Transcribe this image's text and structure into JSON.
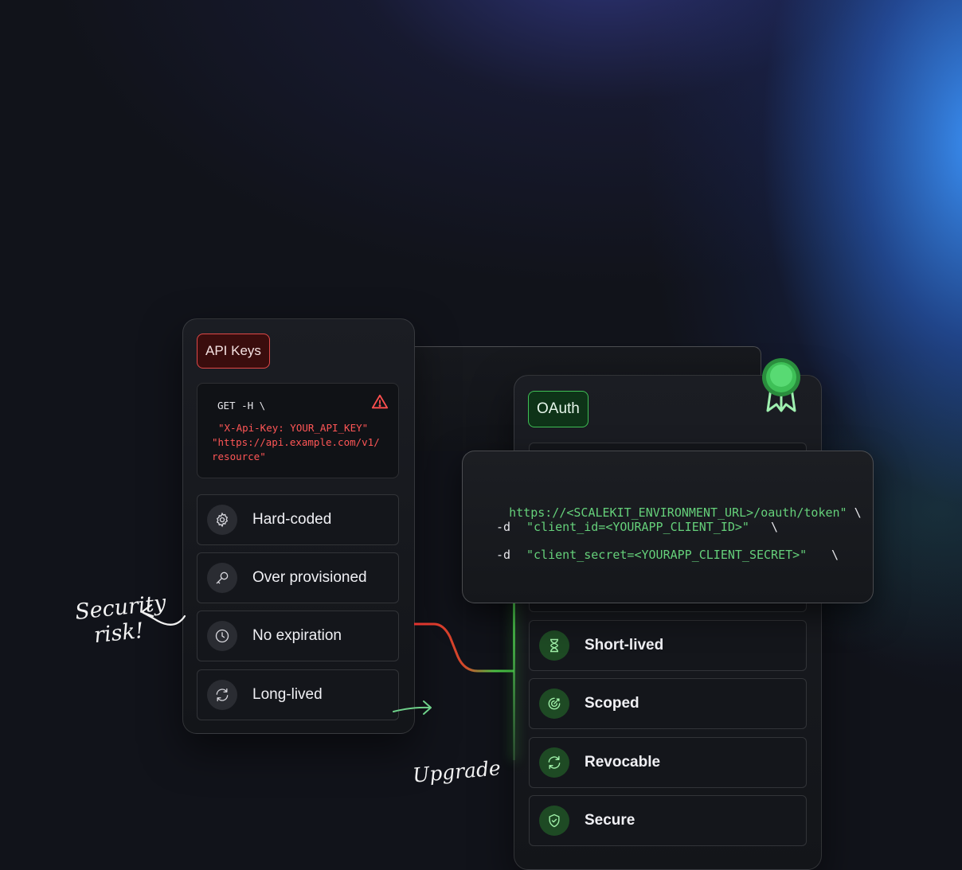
{
  "api_card": {
    "badge": "API Keys",
    "code": {
      "line1": "GET -H \\",
      "line2": "\"X-Api-Key: YOUR_API_KEY\"",
      "line3": "\"https://api.example.com/v1/",
      "line4": "resource\""
    },
    "items": [
      {
        "label": "Hard-coded",
        "icon": "gear-icon"
      },
      {
        "label": "Over provisioned",
        "icon": "key-icon"
      },
      {
        "label": "No expiration",
        "icon": "clock-icon"
      },
      {
        "label": "Long-lived",
        "icon": "refresh-icon"
      }
    ]
  },
  "oauth_card": {
    "badge": "OAuth",
    "items": [
      {
        "label": "Short-lived",
        "icon": "hourglass-icon"
      },
      {
        "label": "Scoped",
        "icon": "target-icon"
      },
      {
        "label": "Revocable",
        "icon": "refresh-icon"
      },
      {
        "label": "Secure",
        "icon": "shield-check-icon"
      }
    ]
  },
  "oauth_code": {
    "line1": "https://<SCALEKIT_ENVIRONMENT_URL>/oauth/token\"",
    "line1_tail": " \\",
    "flag": "-d",
    "line2": "\"client_id=<YOURAPP_CLIENT_ID>\"",
    "line3": "\"client_secret=<YOURAPP_CLIENT_SECRET>\"",
    "tail": "\\"
  },
  "annotations": {
    "security_line1": "Security",
    "security_line2": "risk!",
    "upgrade": "Upgrade"
  },
  "colors": {
    "danger": "#e04848",
    "success": "#3fbf55",
    "code_green": "#65d07a"
  }
}
